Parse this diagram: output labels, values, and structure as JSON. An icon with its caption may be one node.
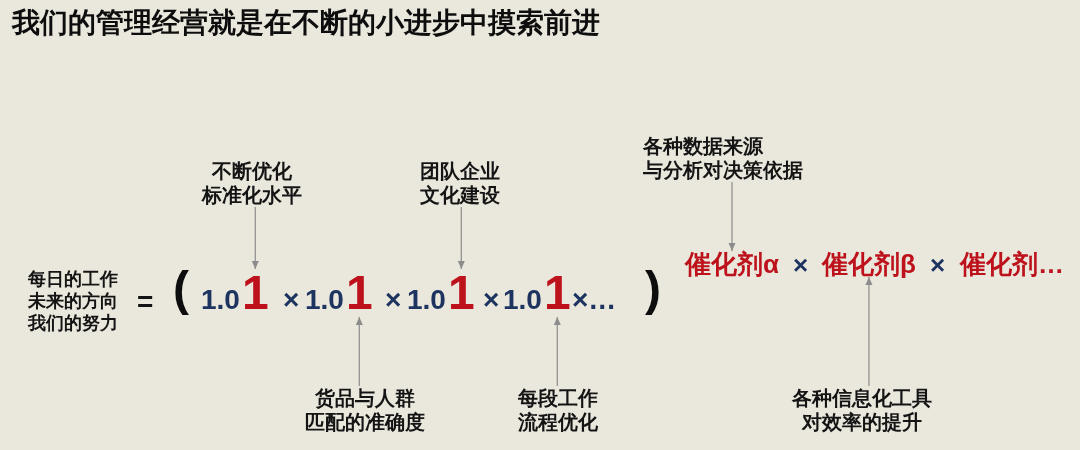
{
  "diagram": {
    "title": "我们的管理经营就是在不断的小进步中摸索前进",
    "nodes": [
      {
        "text": [
          "不断优化标准化水平"
        ]
      },
      {
        "text": [
          "团队企业文化建设"
        ]
      },
      {
        "text": [
          "各种数据来源与分析对决策依据"
        ]
      },
      {
        "text": [
          "1.0",
          "1"
        ]
      },
      {
        "text": [
          "1.0",
          "1"
        ]
      },
      {
        "text": [
          "1.0",
          "1"
        ]
      },
      {
        "text": [
          "1.0",
          "1"
        ]
      },
      {
        "text": [
          "催化剂α"
        ]
      },
      {
        "text": [
          "催化剂β"
        ]
      },
      {
        "text": [
          "货品与人群匹配的准确度"
        ]
      },
      {
        "text": [
          "每段工作流程优化"
        ]
      },
      {
        "text": [
          "各种信息化工具对效率的提升"
        ]
      }
    ],
    "edges": [
      {
        "from": 0,
        "to": 3,
        "arrow": "to"
      },
      {
        "from": 1,
        "to": 5,
        "arrow": "to"
      },
      {
        "from": 2,
        "to": 7,
        "arrow": "to"
      },
      {
        "from": 9,
        "to": 4,
        "arrow": "to"
      },
      {
        "from": 10,
        "to": 6,
        "arrow": "to"
      },
      {
        "from": 11,
        "to": 8,
        "arrow": "to"
      }
    ],
    "labels": [
      "每日的工作未来的方向我们的努力",
      "=",
      "(",
      "×",
      "×",
      "×",
      "×…",
      ")",
      "×",
      "×",
      "催化剂…"
    ]
  }
}
